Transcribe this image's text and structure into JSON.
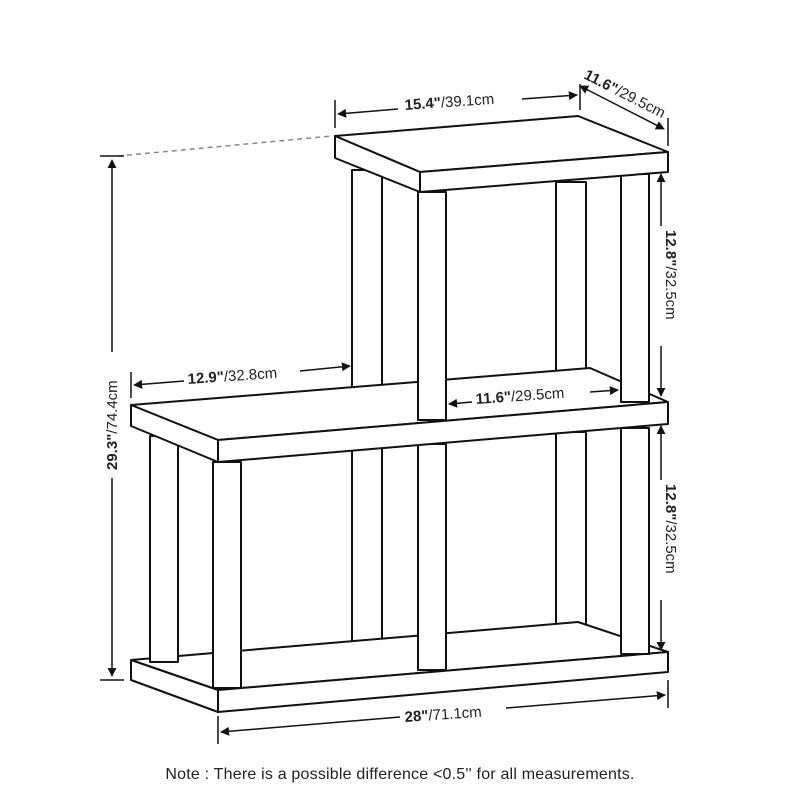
{
  "diagram": {
    "dimensions": {
      "top_width": {
        "imperial": "15.4\"",
        "metric": "/39.1cm"
      },
      "top_depth": {
        "imperial": "11.6\"",
        "metric": "/29.5cm"
      },
      "upper_height": {
        "imperial": "12.8\"",
        "metric": "/32.5cm"
      },
      "lower_height": {
        "imperial": "12.8\"",
        "metric": "/32.5cm"
      },
      "total_height": {
        "imperial": "29.3\"",
        "metric": "/74.4cm"
      },
      "step_width": {
        "imperial": "12.9\"",
        "metric": "/32.8cm"
      },
      "mid_depth": {
        "imperial": "11.6\"",
        "metric": "/29.5cm"
      },
      "total_width": {
        "imperial": "28\"",
        "metric": "/71.1cm"
      }
    },
    "note": "Note : There is a possible difference <0.5'' for all measurements."
  }
}
